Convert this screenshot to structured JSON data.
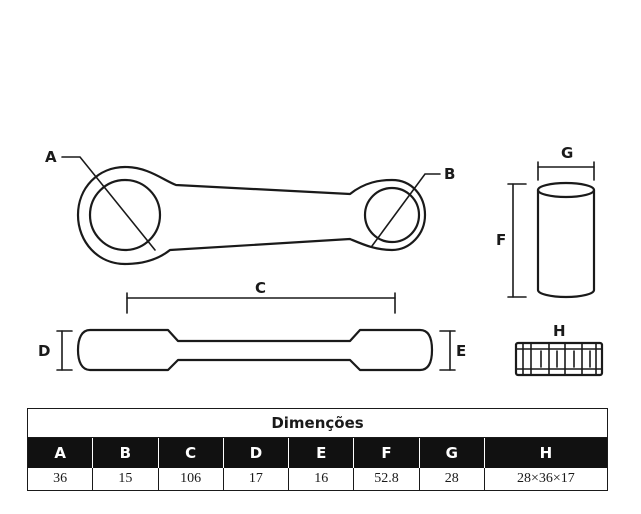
{
  "labels": {
    "a": "A",
    "b": "B",
    "c": "C",
    "d": "D",
    "e": "E",
    "f": "F",
    "g": "G",
    "h": "H"
  },
  "table": {
    "title": "Dimenções",
    "headers": [
      "A",
      "B",
      "C",
      "D",
      "E",
      "F",
      "G",
      "H"
    ],
    "values": [
      "36",
      "15",
      "106",
      "17",
      "16",
      "52.8",
      "28",
      "28×36×17"
    ]
  }
}
